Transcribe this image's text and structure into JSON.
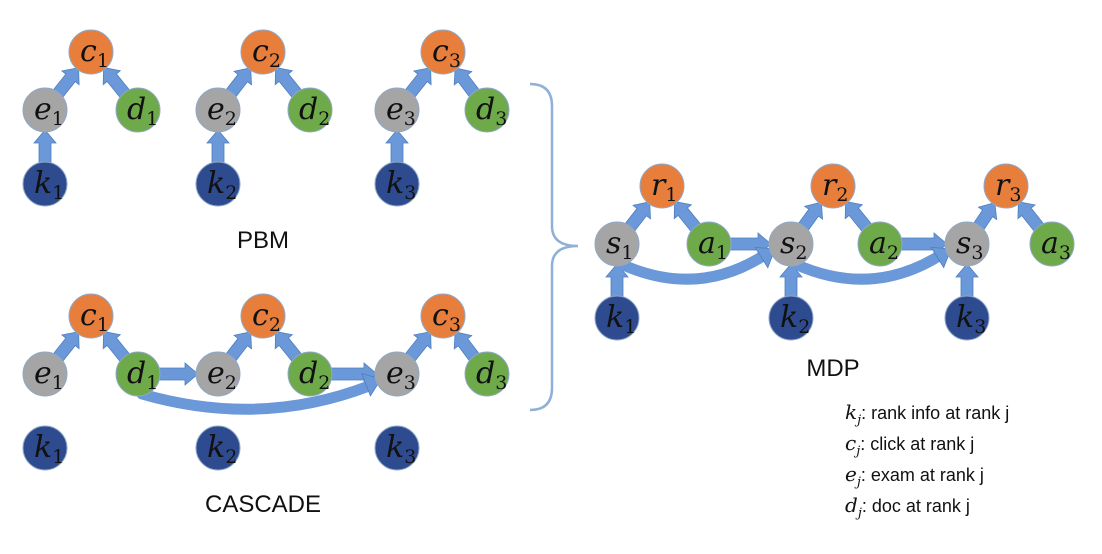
{
  "colors": {
    "orange": "#E87E3C",
    "gray": "#A5A5A5",
    "green": "#6EAA4A",
    "navy": "#2E4B8F",
    "arrow": "#6A98D8"
  },
  "sections": {
    "pbm": "PBM",
    "cascade": "CASCADE",
    "mdp": "MDP"
  },
  "pbm": {
    "nodes": [
      {
        "id": "p-c1",
        "var": "c",
        "sub": "1",
        "color": "orange"
      },
      {
        "id": "p-e1",
        "var": "e",
        "sub": "1",
        "color": "gray"
      },
      {
        "id": "p-d1",
        "var": "d",
        "sub": "1",
        "color": "green"
      },
      {
        "id": "p-k1",
        "var": "k",
        "sub": "1",
        "color": "navy"
      },
      {
        "id": "p-c2",
        "var": "c",
        "sub": "2",
        "color": "orange"
      },
      {
        "id": "p-e2",
        "var": "e",
        "sub": "2",
        "color": "gray"
      },
      {
        "id": "p-d2",
        "var": "d",
        "sub": "2",
        "color": "green"
      },
      {
        "id": "p-k2",
        "var": "k",
        "sub": "2",
        "color": "navy"
      },
      {
        "id": "p-c3",
        "var": "c",
        "sub": "3",
        "color": "orange"
      },
      {
        "id": "p-e3",
        "var": "e",
        "sub": "3",
        "color": "gray"
      },
      {
        "id": "p-d3",
        "var": "d",
        "sub": "3",
        "color": "green"
      },
      {
        "id": "p-k3",
        "var": "k",
        "sub": "3",
        "color": "navy"
      }
    ],
    "edges": [
      {
        "from": "p-e1",
        "to": "p-c1"
      },
      {
        "from": "p-d1",
        "to": "p-c1"
      },
      {
        "from": "p-k1",
        "to": "p-e1"
      },
      {
        "from": "p-e2",
        "to": "p-c2"
      },
      {
        "from": "p-d2",
        "to": "p-c2"
      },
      {
        "from": "p-k2",
        "to": "p-e2"
      },
      {
        "from": "p-e3",
        "to": "p-c3"
      },
      {
        "from": "p-d3",
        "to": "p-c3"
      },
      {
        "from": "p-k3",
        "to": "p-e3"
      }
    ]
  },
  "cascade": {
    "nodes": [
      {
        "id": "c-c1",
        "var": "c",
        "sub": "1",
        "color": "orange"
      },
      {
        "id": "c-e1",
        "var": "e",
        "sub": "1",
        "color": "gray"
      },
      {
        "id": "c-d1",
        "var": "d",
        "sub": "1",
        "color": "green"
      },
      {
        "id": "c-k1",
        "var": "k",
        "sub": "1",
        "color": "navy"
      },
      {
        "id": "c-c2",
        "var": "c",
        "sub": "2",
        "color": "orange"
      },
      {
        "id": "c-e2",
        "var": "e",
        "sub": "2",
        "color": "gray"
      },
      {
        "id": "c-d2",
        "var": "d",
        "sub": "2",
        "color": "green"
      },
      {
        "id": "c-k2",
        "var": "k",
        "sub": "2",
        "color": "navy"
      },
      {
        "id": "c-c3",
        "var": "c",
        "sub": "3",
        "color": "orange"
      },
      {
        "id": "c-e3",
        "var": "e",
        "sub": "3",
        "color": "gray"
      },
      {
        "id": "c-d3",
        "var": "d",
        "sub": "3",
        "color": "green"
      },
      {
        "id": "c-k3",
        "var": "k",
        "sub": "3",
        "color": "navy"
      }
    ],
    "edges": [
      {
        "from": "c-e1",
        "to": "c-c1"
      },
      {
        "from": "c-d1",
        "to": "c-c1"
      },
      {
        "from": "c-e2",
        "to": "c-c2"
      },
      {
        "from": "c-d2",
        "to": "c-c2"
      },
      {
        "from": "c-e3",
        "to": "c-c3"
      },
      {
        "from": "c-d3",
        "to": "c-c3"
      },
      {
        "from": "c-d1",
        "to": "c-e2"
      },
      {
        "from": "c-d2",
        "to": "c-e3"
      },
      {
        "from": "c-d1",
        "to": "c-e3",
        "curved": true
      }
    ]
  },
  "mdp": {
    "nodes": [
      {
        "id": "m-r1",
        "var": "r",
        "sub": "1",
        "color": "orange"
      },
      {
        "id": "m-s1",
        "var": "s",
        "sub": "1",
        "color": "gray"
      },
      {
        "id": "m-a1",
        "var": "a",
        "sub": "1",
        "color": "green"
      },
      {
        "id": "m-k1",
        "var": "k",
        "sub": "1",
        "color": "navy"
      },
      {
        "id": "m-r2",
        "var": "r",
        "sub": "2",
        "color": "orange"
      },
      {
        "id": "m-s2",
        "var": "s",
        "sub": "2",
        "color": "gray"
      },
      {
        "id": "m-a2",
        "var": "a",
        "sub": "2",
        "color": "green"
      },
      {
        "id": "m-k2",
        "var": "k",
        "sub": "2",
        "color": "navy"
      },
      {
        "id": "m-r3",
        "var": "r",
        "sub": "3",
        "color": "orange"
      },
      {
        "id": "m-s3",
        "var": "s",
        "sub": "3",
        "color": "gray"
      },
      {
        "id": "m-a3",
        "var": "a",
        "sub": "3",
        "color": "green"
      },
      {
        "id": "m-k3",
        "var": "k",
        "sub": "3",
        "color": "navy"
      }
    ],
    "edges": [
      {
        "from": "m-s1",
        "to": "m-r1"
      },
      {
        "from": "m-a1",
        "to": "m-r1"
      },
      {
        "from": "m-k1",
        "to": "m-s1"
      },
      {
        "from": "m-s2",
        "to": "m-r2"
      },
      {
        "from": "m-a2",
        "to": "m-r2"
      },
      {
        "from": "m-k2",
        "to": "m-s2"
      },
      {
        "from": "m-s3",
        "to": "m-r3"
      },
      {
        "from": "m-a3",
        "to": "m-r3"
      },
      {
        "from": "m-k3",
        "to": "m-s3"
      },
      {
        "from": "m-a1",
        "to": "m-s2"
      },
      {
        "from": "m-a2",
        "to": "m-s3"
      },
      {
        "from": "m-s1",
        "to": "m-s2",
        "curved": true
      },
      {
        "from": "m-s2",
        "to": "m-s3",
        "curved": true
      }
    ]
  },
  "legend": [
    {
      "var": "k",
      "sub": "j",
      "text": ": rank info at rank j"
    },
    {
      "var": "c",
      "sub": "j",
      "text": ": click at rank j"
    },
    {
      "var": "e",
      "sub": "j",
      "text": ": exam at rank j"
    },
    {
      "var": "d",
      "sub": "j",
      "text": ": doc at rank j"
    }
  ]
}
